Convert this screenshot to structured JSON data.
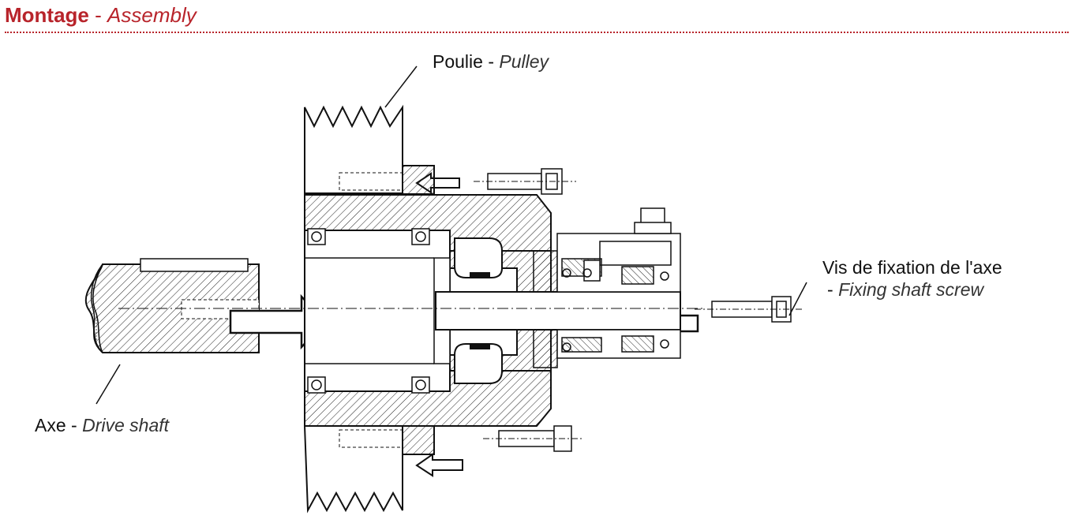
{
  "header": {
    "title_fr": "Montage",
    "separator": "-",
    "title_en": "Assembly"
  },
  "labels": {
    "pulley": {
      "fr": "Poulie",
      "sep": "-",
      "en": "Pulley"
    },
    "shaft_screw": {
      "fr": "Vis de fixation de l'axe",
      "sep": "-",
      "en": "Fixing shaft screw"
    },
    "drive_shaft": {
      "fr": "Axe",
      "sep": "-",
      "en": "Drive shaft"
    }
  },
  "colors": {
    "accent": "#b8242b",
    "lines": "#111111"
  }
}
